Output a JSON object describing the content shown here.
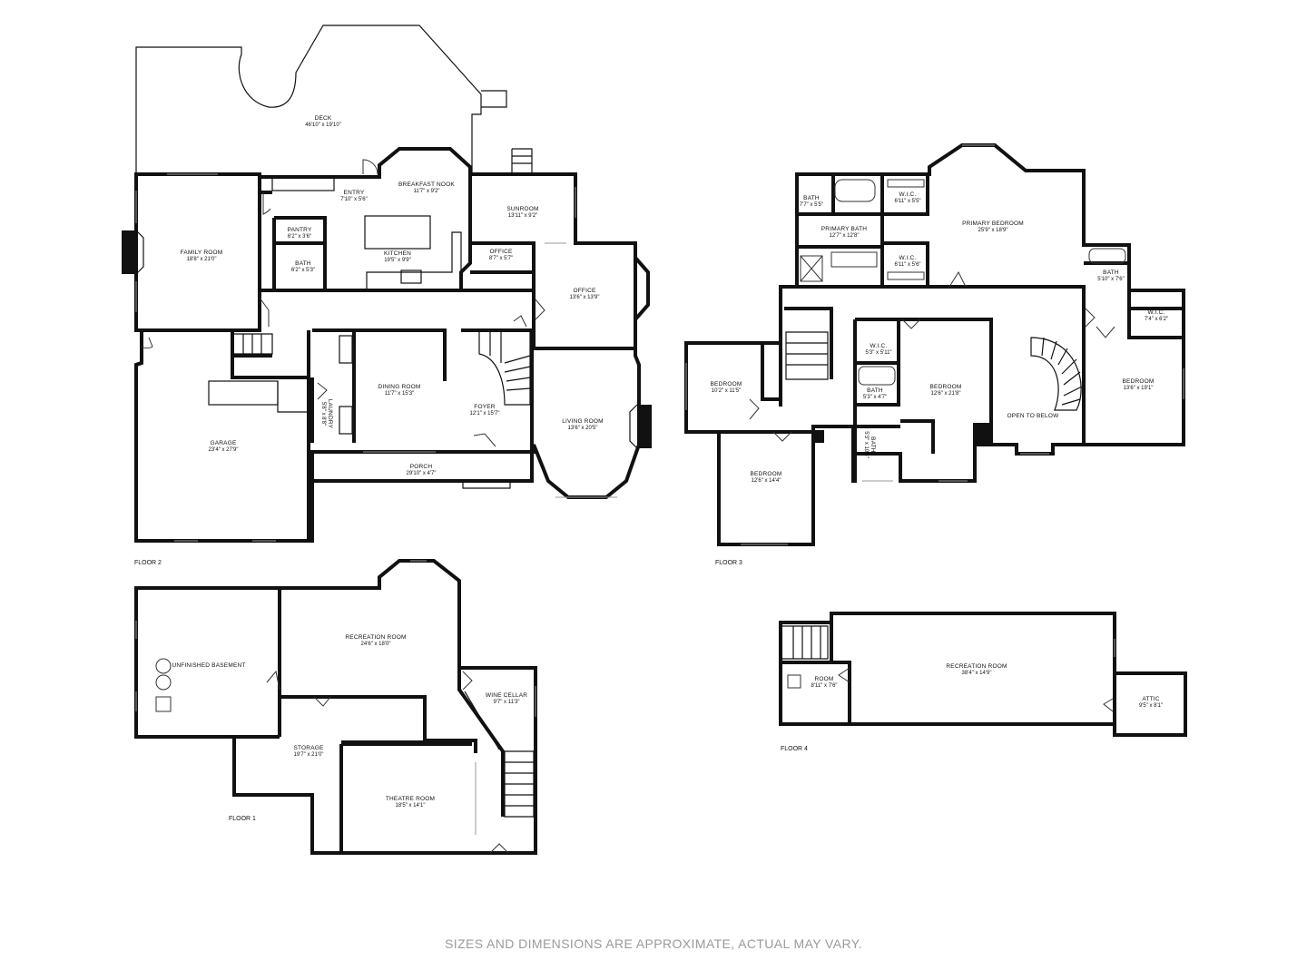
{
  "floors": [
    {
      "label": "FLOOR 2",
      "rooms": [
        {
          "name": "DECK",
          "dim": "46'10\" x 19'10\""
        },
        {
          "name": "ENTRY",
          "dim": "7'10\" x 5'6\""
        },
        {
          "name": "BREAKFAST NOOK",
          "dim": "11'7\" x 9'2\""
        },
        {
          "name": "SUNROOM",
          "dim": "13'11\" x 9'2\""
        },
        {
          "name": "FAMILY ROOM",
          "dim": "18'8\" x 21'0\""
        },
        {
          "name": "PANTRY",
          "dim": "6'2\" x 3'6\""
        },
        {
          "name": "KITCHEN",
          "dim": "19'5\" x 9'9\""
        },
        {
          "name": "BATH",
          "dim": "6'2\" x 5'3\""
        },
        {
          "name": "OFFICE",
          "dim": "8'7\" x 5'7\""
        },
        {
          "name": "OFFICE",
          "dim": "13'6\" x 13'9\""
        },
        {
          "name": "DINING ROOM",
          "dim": "11'7\" x 15'3\""
        },
        {
          "name": "FOYER",
          "dim": "12'1\" x 15'7\""
        },
        {
          "name": "LIVING ROOM",
          "dim": "13'6\" x 20'5\""
        },
        {
          "name": "LAUNDRY",
          "dim": "5'8\" x 8'8\""
        },
        {
          "name": "GARAGE",
          "dim": "23'4\" x 27'9\""
        },
        {
          "name": "PORCH",
          "dim": "29'10\" x 4'7\""
        }
      ]
    },
    {
      "label": "FLOOR 3",
      "rooms": [
        {
          "name": "BATH",
          "dim": "7'7\" x 5'5\""
        },
        {
          "name": "W.I.C.",
          "dim": "6'11\" x 5'5\""
        },
        {
          "name": "PRIMARY BEDROOM",
          "dim": "25'9\" x 18'9\""
        },
        {
          "name": "PRIMARY BATH",
          "dim": "12'7\" x 12'8\""
        },
        {
          "name": "W.I.C.",
          "dim": "6'11\" x 5'6\""
        },
        {
          "name": "BATH",
          "dim": "5'10\" x 7'6\""
        },
        {
          "name": "W.I.C.",
          "dim": "7'4\" x 6'2\""
        },
        {
          "name": "W.I.C.",
          "dim": "5'3\" x 5'11\""
        },
        {
          "name": "BEDROOM",
          "dim": "10'2\" x 11'5\""
        },
        {
          "name": "BATH",
          "dim": "5'3\" x 4'7\""
        },
        {
          "name": "BEDROOM",
          "dim": "12'6\" x 21'8\""
        },
        {
          "name": "OPEN TO BELOW",
          "dim": ""
        },
        {
          "name": "BEDROOM",
          "dim": "13'6\" x 19'1\""
        },
        {
          "name": "BATH",
          "dim": "5'3\" x 10'6\""
        },
        {
          "name": "BEDROOM",
          "dim": "12'6\" x 14'4\""
        }
      ]
    },
    {
      "label": "FLOOR 1",
      "rooms": [
        {
          "name": "UNFINISHED BASEMENT",
          "dim": ""
        },
        {
          "name": "RECREATION ROOM",
          "dim": "24'6\" x 18'0\""
        },
        {
          "name": "WINE CELLAR",
          "dim": "9'7\" x 11'3\""
        },
        {
          "name": "STORAGE",
          "dim": "19'7\" x 21'0\""
        },
        {
          "name": "THEATRE ROOM",
          "dim": "18'5\" x 14'1\""
        }
      ]
    },
    {
      "label": "FLOOR 4",
      "rooms": [
        {
          "name": "ROOM",
          "dim": "8'11\" x 7'6\""
        },
        {
          "name": "RECREATION ROOM",
          "dim": "38'4\" x 14'9\""
        },
        {
          "name": "ATTIC",
          "dim": "9'5\" x 8'1\""
        }
      ]
    }
  ],
  "disclaimer": "SIZES AND DIMENSIONS ARE APPROXIMATE, ACTUAL MAY VARY."
}
